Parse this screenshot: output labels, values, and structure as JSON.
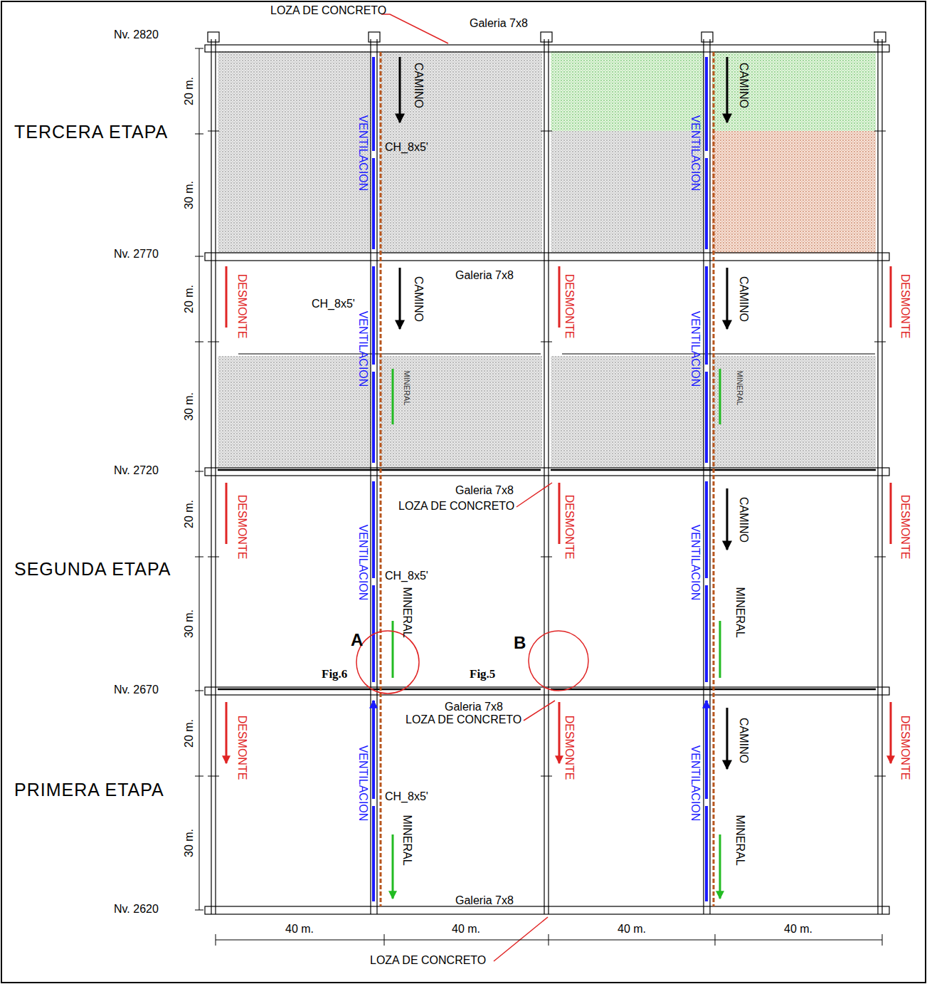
{
  "diagram": {
    "labels": [
      "LOZA DE CONCRETO",
      "Galeria 7x8",
      "Nv. 2820",
      "20 m.",
      "TERCERA ETAPA",
      "30 m.",
      "VENTILACION",
      "CAMINO",
      "CH_8x5'",
      "VENTILACION",
      "CAMINO",
      "Nv. 2770",
      "Galeria 7x8",
      "DESMONTE",
      "CH_8x5'",
      "CAMINO",
      "DESMONTE",
      "VENTILACION",
      "CAMINO",
      "DESMONTE",
      "20 m.",
      "VENTILACION",
      "MINERAL",
      "MINERAL",
      "30 m.",
      "Nv. 2720",
      "Galeria 7x8",
      "LOZA DE CONCRETO",
      "DESMONTE",
      "VENTILACION",
      "DESMONTE",
      "VENTILACION",
      "CAMINO",
      "DESMONTE",
      "20 m.",
      "SEGUNDA ETAPA",
      "CH_8x5'",
      "MINERAL",
      "MINERAL",
      "30 m.",
      "A",
      "B",
      "Fig.6",
      "Fig.5",
      "Nv. 2670",
      "Galeria 7x8",
      "LOZA DE CONCRETO",
      "DESMONTE",
      "VENTILACION",
      "DESMONTE",
      "VENTILACION",
      "CAMINO",
      "DESMONTE",
      "20 m.",
      "PRIMERA ETAPA",
      "CH_8x5'",
      "MINERAL",
      "MINERAL",
      "30 m.",
      "Nv. 2620",
      "Galeria 7x8",
      "40 m.",
      "40 m.",
      "40 m.",
      "40 m.",
      "LOZA DE CONCRETO"
    ]
  }
}
